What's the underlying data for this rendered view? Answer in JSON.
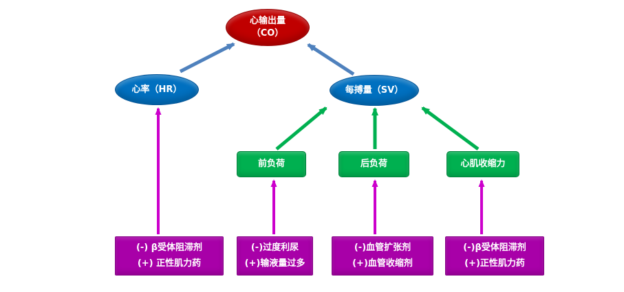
{
  "colors": {
    "background": "#ffffff",
    "co_fill": "#c00000",
    "blue_fill": "#0070c0",
    "green_fill": "#00b050",
    "purple_fill": "#a800a8",
    "arrow_blue": "#4f81bd",
    "arrow_green": "#00b050",
    "arrow_magenta": "#cc00cc",
    "text": "#ffffff"
  },
  "nodes": {
    "cardiac_output": {
      "line1": "心输出量",
      "line2": "（CO）"
    },
    "heart_rate": {
      "label": "心率（HR）"
    },
    "stroke_volume": {
      "label": "每搏量（SV）"
    },
    "preload": {
      "label": "前负荷"
    },
    "afterload": {
      "label": "后负荷"
    },
    "contractility": {
      "label": "心肌收缩力"
    }
  },
  "factors": {
    "heart_rate": {
      "line1": "(-) β受体阻滞剂",
      "line2": "(+) 正性肌力药"
    },
    "preload": {
      "line1": "(-)过度利尿",
      "line2": "(+)输液量过多"
    },
    "afterload": {
      "line1": "(-)血管扩张剂",
      "line2": "(+)血管收缩剂"
    },
    "contractility": {
      "line1": "(-)β受体阻滞剂",
      "line2": "(+)正性肌力药"
    }
  }
}
